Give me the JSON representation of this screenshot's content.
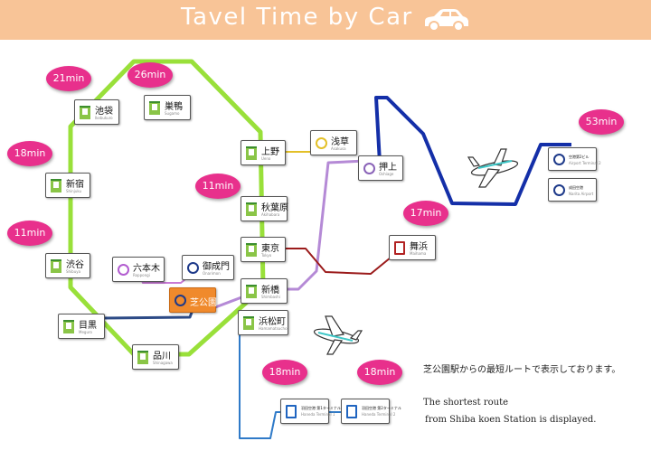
{
  "header": {
    "title": "Tavel Time by Car"
  },
  "stations": {
    "ikebukuro": {
      "name": "池袋",
      "sub": "Ikebukuro"
    },
    "sugamo": {
      "name": "巣鴨",
      "sub": "Sugamo"
    },
    "shinjuku": {
      "name": "新宿",
      "sub": "Shinjuku"
    },
    "shibuya": {
      "name": "渋谷",
      "sub": "Shibuya"
    },
    "meguro": {
      "name": "目黒",
      "sub": "Meguro"
    },
    "shinagawa": {
      "name": "品川",
      "sub": "Shinagawa"
    },
    "ueno": {
      "name": "上野",
      "sub": "Ueno"
    },
    "akihabara": {
      "name": "秋葉原",
      "sub": "Akihabara"
    },
    "tokyo": {
      "name": "東京",
      "sub": "Tokyo"
    },
    "shimbashi": {
      "name": "新橋",
      "sub": "Shimbashi"
    },
    "hamamatsucho": {
      "name": "浜松町",
      "sub": "Hamamatsucho"
    },
    "asakusa": {
      "name": "浅草",
      "sub": "Asakusa"
    },
    "oshiage": {
      "name": "押上",
      "sub": "Oshiage"
    },
    "maihama": {
      "name": "舞浜",
      "sub": "Maihama"
    },
    "roppongi": {
      "name": "六本木",
      "sub": "Roppongi"
    },
    "onarimon": {
      "name": "御成門",
      "sub": "Onarimon"
    },
    "shibakoen": {
      "name": "芝公園"
    },
    "narita1": {
      "name": "空港第2ビル",
      "sub": "Airport Terminal 2"
    },
    "narita2": {
      "name": "成田空港",
      "sub": "Narita Airport"
    },
    "haneda1": {
      "name": "羽田空港 第1ターミナル",
      "sub": "Haneda Terminal 1"
    },
    "haneda2": {
      "name": "羽田空港 第2ターミナル",
      "sub": "Haneda Terminal 2"
    }
  },
  "times": {
    "ikebukuro": "21min",
    "sugamo": "26min",
    "shinjuku": "18min",
    "shibuya": "11min",
    "akihabara": "11min",
    "maihama": "17min",
    "narita": "53min",
    "haneda1": "18min",
    "haneda2": "18min"
  },
  "notes": {
    "jp": "芝公園駅からの最短ルートで表示しております。",
    "en1": "The shortest route",
    "en2": "from Shiba koen Station is displayed."
  },
  "line_colors": {
    "yamanote": "#99e03a",
    "asakusa_line": "#b58ad6",
    "keiyo": "#9b1b1b",
    "mita": "#2c4a86",
    "monorail": "#2f7ac8",
    "hibiya": "#e3c028",
    "narita_line": "#142fa8",
    "oedo": "#c97bd6"
  },
  "icons": {
    "car": "car-icon",
    "plane": "airplane-icon"
  }
}
